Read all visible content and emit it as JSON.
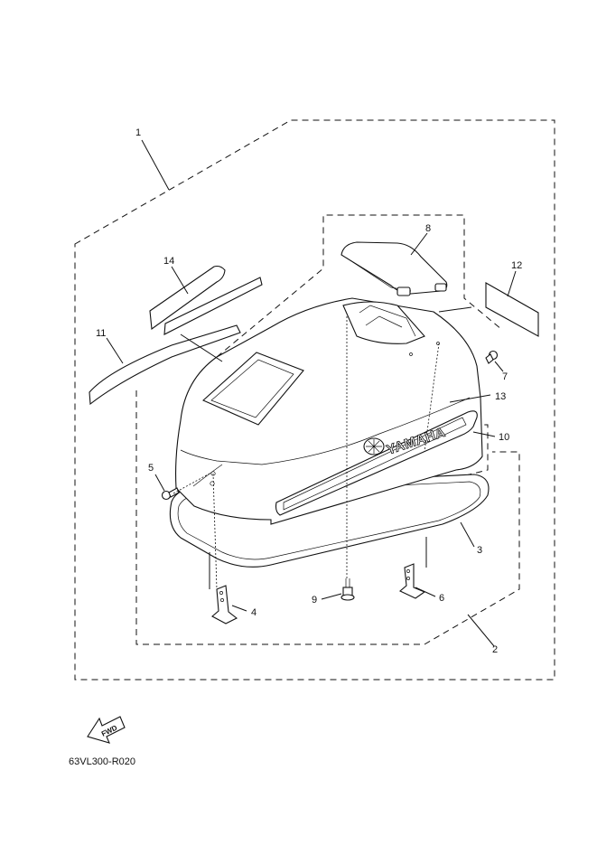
{
  "diagram": {
    "callouts": [
      {
        "id": "1",
        "label": "1"
      },
      {
        "id": "2",
        "label": "2"
      },
      {
        "id": "3",
        "label": "3"
      },
      {
        "id": "4",
        "label": "4"
      },
      {
        "id": "5",
        "label": "5"
      },
      {
        "id": "6",
        "label": "6"
      },
      {
        "id": "7",
        "label": "7"
      },
      {
        "id": "8",
        "label": "8"
      },
      {
        "id": "9",
        "label": "9"
      },
      {
        "id": "10",
        "label": "10"
      },
      {
        "id": "11",
        "label": "11"
      },
      {
        "id": "12",
        "label": "12"
      },
      {
        "id": "13",
        "label": "13"
      },
      {
        "id": "14",
        "label": "14"
      }
    ],
    "logo_text": "YAMAHA",
    "fwd_text": "FWD",
    "drawing_code": "63VL300-R020"
  }
}
